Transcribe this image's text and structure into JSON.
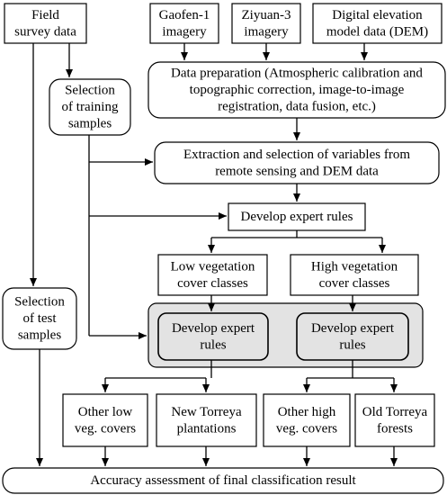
{
  "nodes": {
    "field_survey": [
      "Field",
      "survey data"
    ],
    "gaofen": [
      "Gaofen-1",
      "imagery"
    ],
    "ziyuan": [
      "Ziyuan-3",
      "imagery"
    ],
    "dem": [
      "Digital elevation",
      "model data (DEM)"
    ],
    "training": [
      "Selection",
      "of training",
      "samples"
    ],
    "data_prep": [
      "Data preparation (Atmospheric calibration and",
      "topographic correction, image-to-image",
      "registration, data fusion, etc.)"
    ],
    "extraction": [
      "Extraction and selection of variables from",
      "remote sensing and DEM data"
    ],
    "rules_main": [
      "Develop expert rules"
    ],
    "low_veg": [
      "Low vegetation",
      "cover classes"
    ],
    "high_veg": [
      "High vegetation",
      "cover classes"
    ],
    "test": [
      "Selection",
      "of test",
      "samples"
    ],
    "rules_low": [
      "Develop expert",
      "rules"
    ],
    "rules_high": [
      "Develop expert",
      "rules"
    ],
    "other_low": [
      "Other low",
      "veg. covers"
    ],
    "new_torreya": [
      "New Torreya",
      "plantations"
    ],
    "other_high": [
      "Other high",
      "veg. covers"
    ],
    "old_torreya": [
      "Old Torreya",
      "forests"
    ],
    "accuracy": [
      "Accuracy assessment of final classification result"
    ]
  }
}
